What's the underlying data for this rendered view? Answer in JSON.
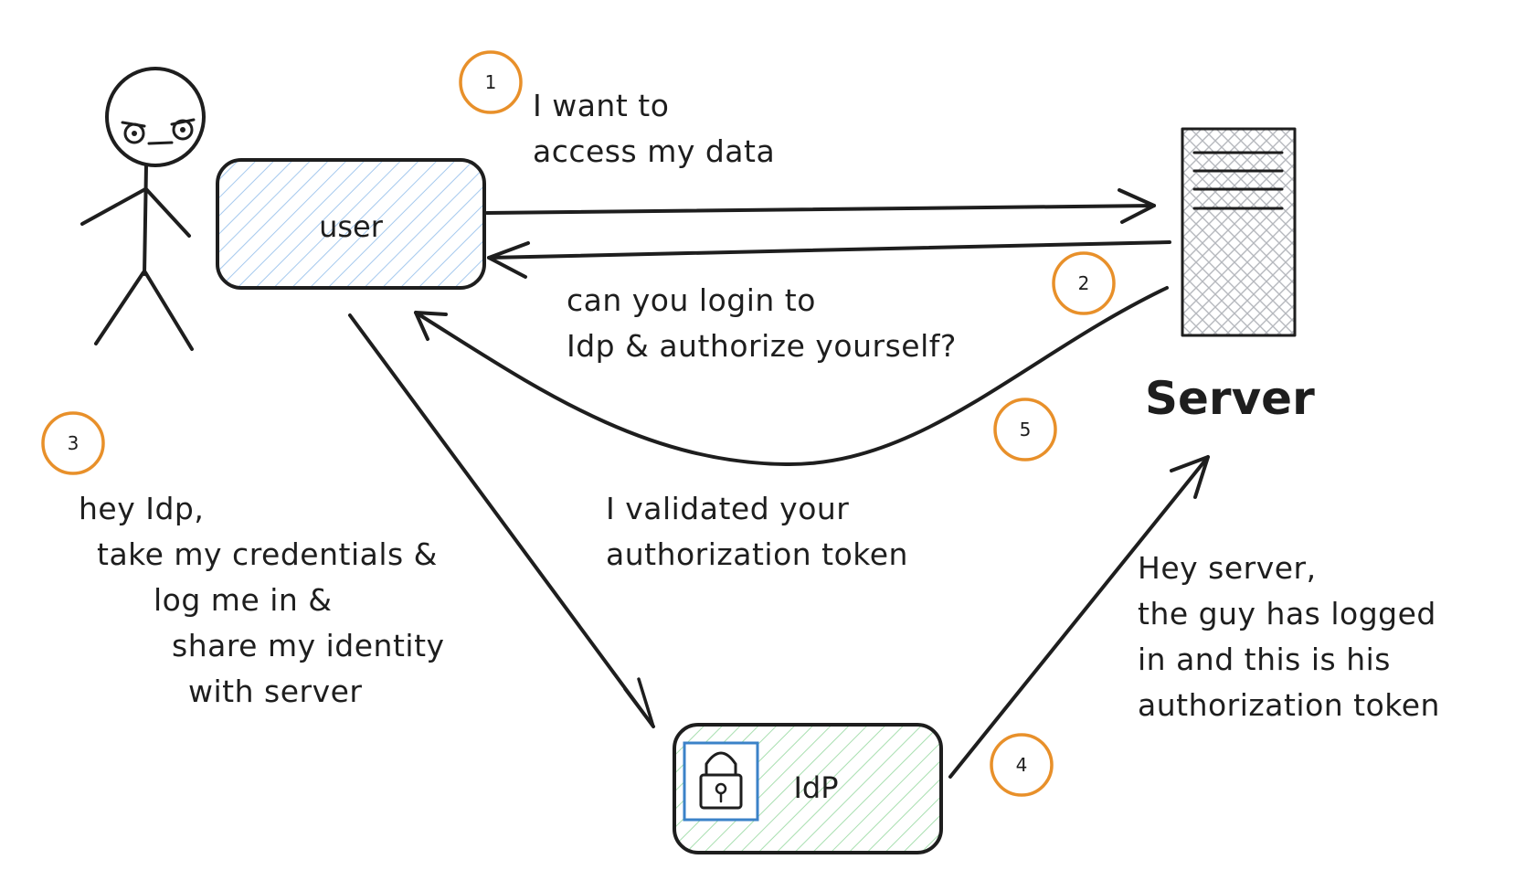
{
  "colors": {
    "ink": "#1e1e1e",
    "step_circle": "#e8902a",
    "user_fill": "#a5c9ee",
    "idp_fill": "#a8dfb0",
    "server_fill": "#b5b8bd",
    "lock_frame": "#3b82c8"
  },
  "nodes": {
    "user_box": {
      "label": "user"
    },
    "idp_box": {
      "label": "IdP",
      "icon": "lock-icon"
    },
    "server": {
      "label": "Server",
      "icon": "server-rack-icon"
    },
    "person": {
      "icon": "stick-figure-icon"
    }
  },
  "steps": [
    {
      "number": "1",
      "lines": [
        "I want to",
        "access my data"
      ]
    },
    {
      "number": "2",
      "lines": [
        "can you login to",
        "Idp & authorize yourself?"
      ]
    },
    {
      "number": "3",
      "lines": [
        "hey Idp,",
        "take my credentials &",
        "log me in &",
        "share my identity",
        "with server"
      ]
    },
    {
      "number": "4",
      "lines": [
        "Hey server,",
        "the guy has logged",
        "in and this is his",
        "authorization token"
      ]
    },
    {
      "number": "5",
      "lines": [
        "I validated your",
        "authorization token"
      ]
    }
  ]
}
